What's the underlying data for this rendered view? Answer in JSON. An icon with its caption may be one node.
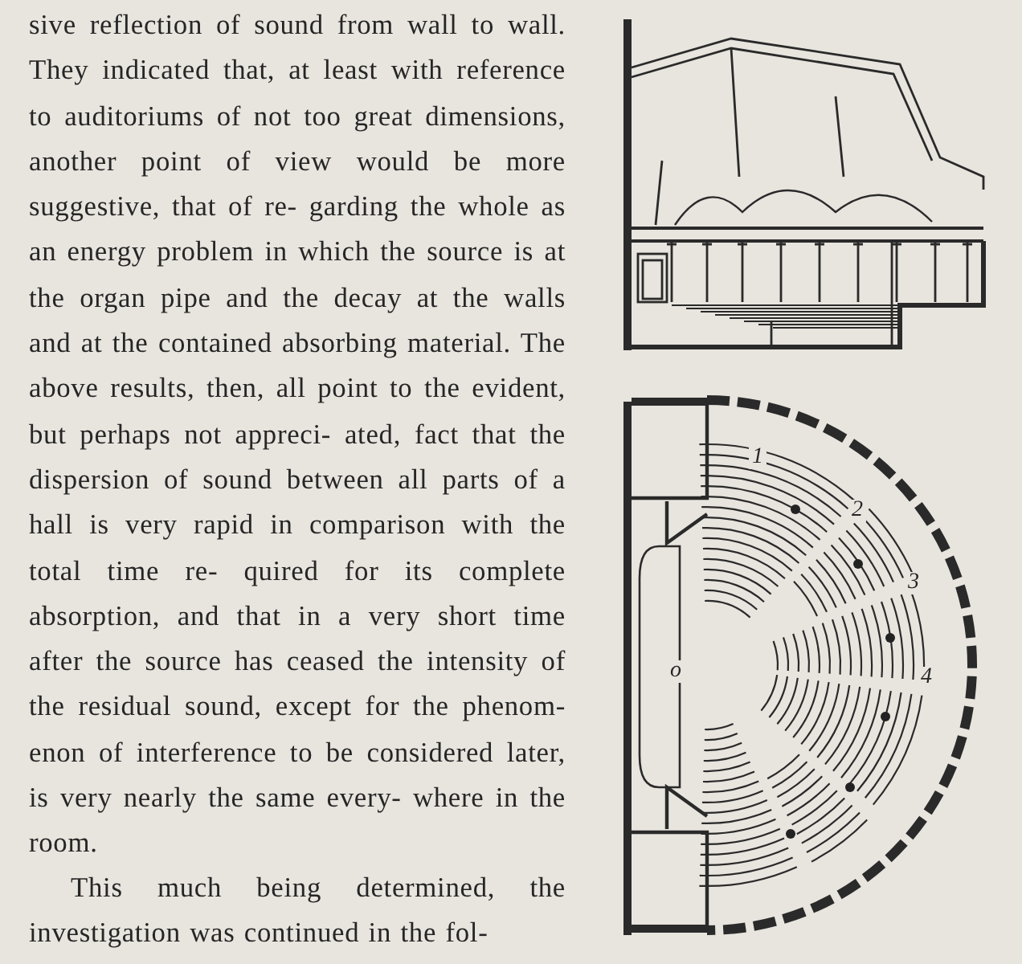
{
  "diagram": {
    "labels": [
      "sive reflection of sound from wall to wall. They indicated that, at least with reference to auditoriums of not too great dimensions, another point of view would be more suggestive, that of re- garding the whole as an energy problem in which the source is at the organ pipe and the decay at the walls and at the contained absorbing material. The above results, then, all point to the evident, but perhaps not appreci- ated, fact that the dispersion of sound between all parts of a hall is very rapid in comparison with the total time re- quired for its complete absorption, and that in a very short time after the source has ceased the intensity of the residual sound, except for the phenom- enon of interference to be considered later, is very nearly the same every- where in the room.",
      "This much being determined, the investigation was continued in the fol-",
      "1",
      "2",
      "3",
      "4",
      "o"
    ]
  }
}
